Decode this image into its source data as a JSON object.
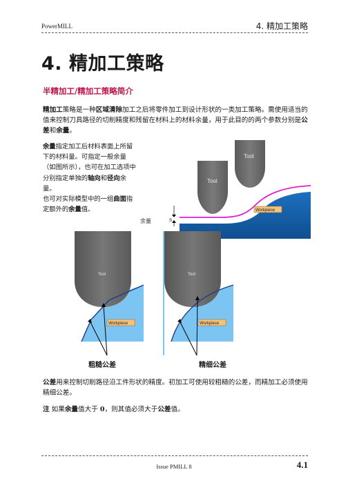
{
  "header": {
    "left": "PowerMILL",
    "right": "4. 精加工策略"
  },
  "title": "4. 精加工策略",
  "section": "半精加工/精加工策略简介",
  "intro": {
    "b1": "精加工",
    "t1": "策略是一种",
    "b2": "区域清除",
    "t2": "加工之后将零件加工到设计形状的一类加工策略。需使用适当的值来控制刀具路径的切削精度和残留在材料上的材料余量，用于此目的的两个参数分别是",
    "b3": "公差",
    "t3": "和",
    "b4": "余量",
    "t4": "。"
  },
  "side": {
    "b1": "余量",
    "t1": "指定加工后材料表面上所留下的材料量。可指定一般余量（如图所示），也可在加工选项中分别指定单独的",
    "b2": "轴向",
    "t2": "和",
    "b3": "径向",
    "t3": "余量。",
    "t4": "也可对实际模型中的一组",
    "b4": "曲面",
    "t5": "指定额外的",
    "b5": "余量",
    "t6": "值。"
  },
  "figure": {
    "tool": "Tool",
    "workpiece": "Workpiece",
    "allowance_label": "余量",
    "allowance_symbol": "S",
    "rough_label": "粗糙公差",
    "fine_label": "精细公差"
  },
  "tol_para": {
    "b1": "公差",
    "t1": "用来控制切削路径沿工件形状的精度。初加工可使用较粗糙的公差，而精加工必须使用精细公差。"
  },
  "note": {
    "b1": "注",
    "t1": " 如果",
    "b2": "余量",
    "t2": "值大于 ",
    "b3": "0",
    "t3": "，则其值必须大于",
    "b4": "公差",
    "t4": "值。"
  },
  "footer": {
    "center": "Issue PMILL 8",
    "page": "4.1"
  },
  "colors": {
    "accent": "#c0154b",
    "tool": "#6d6d6d",
    "work_light": "#7cc4f2",
    "work_dark": "#1560a8",
    "path": "#e020c8"
  }
}
